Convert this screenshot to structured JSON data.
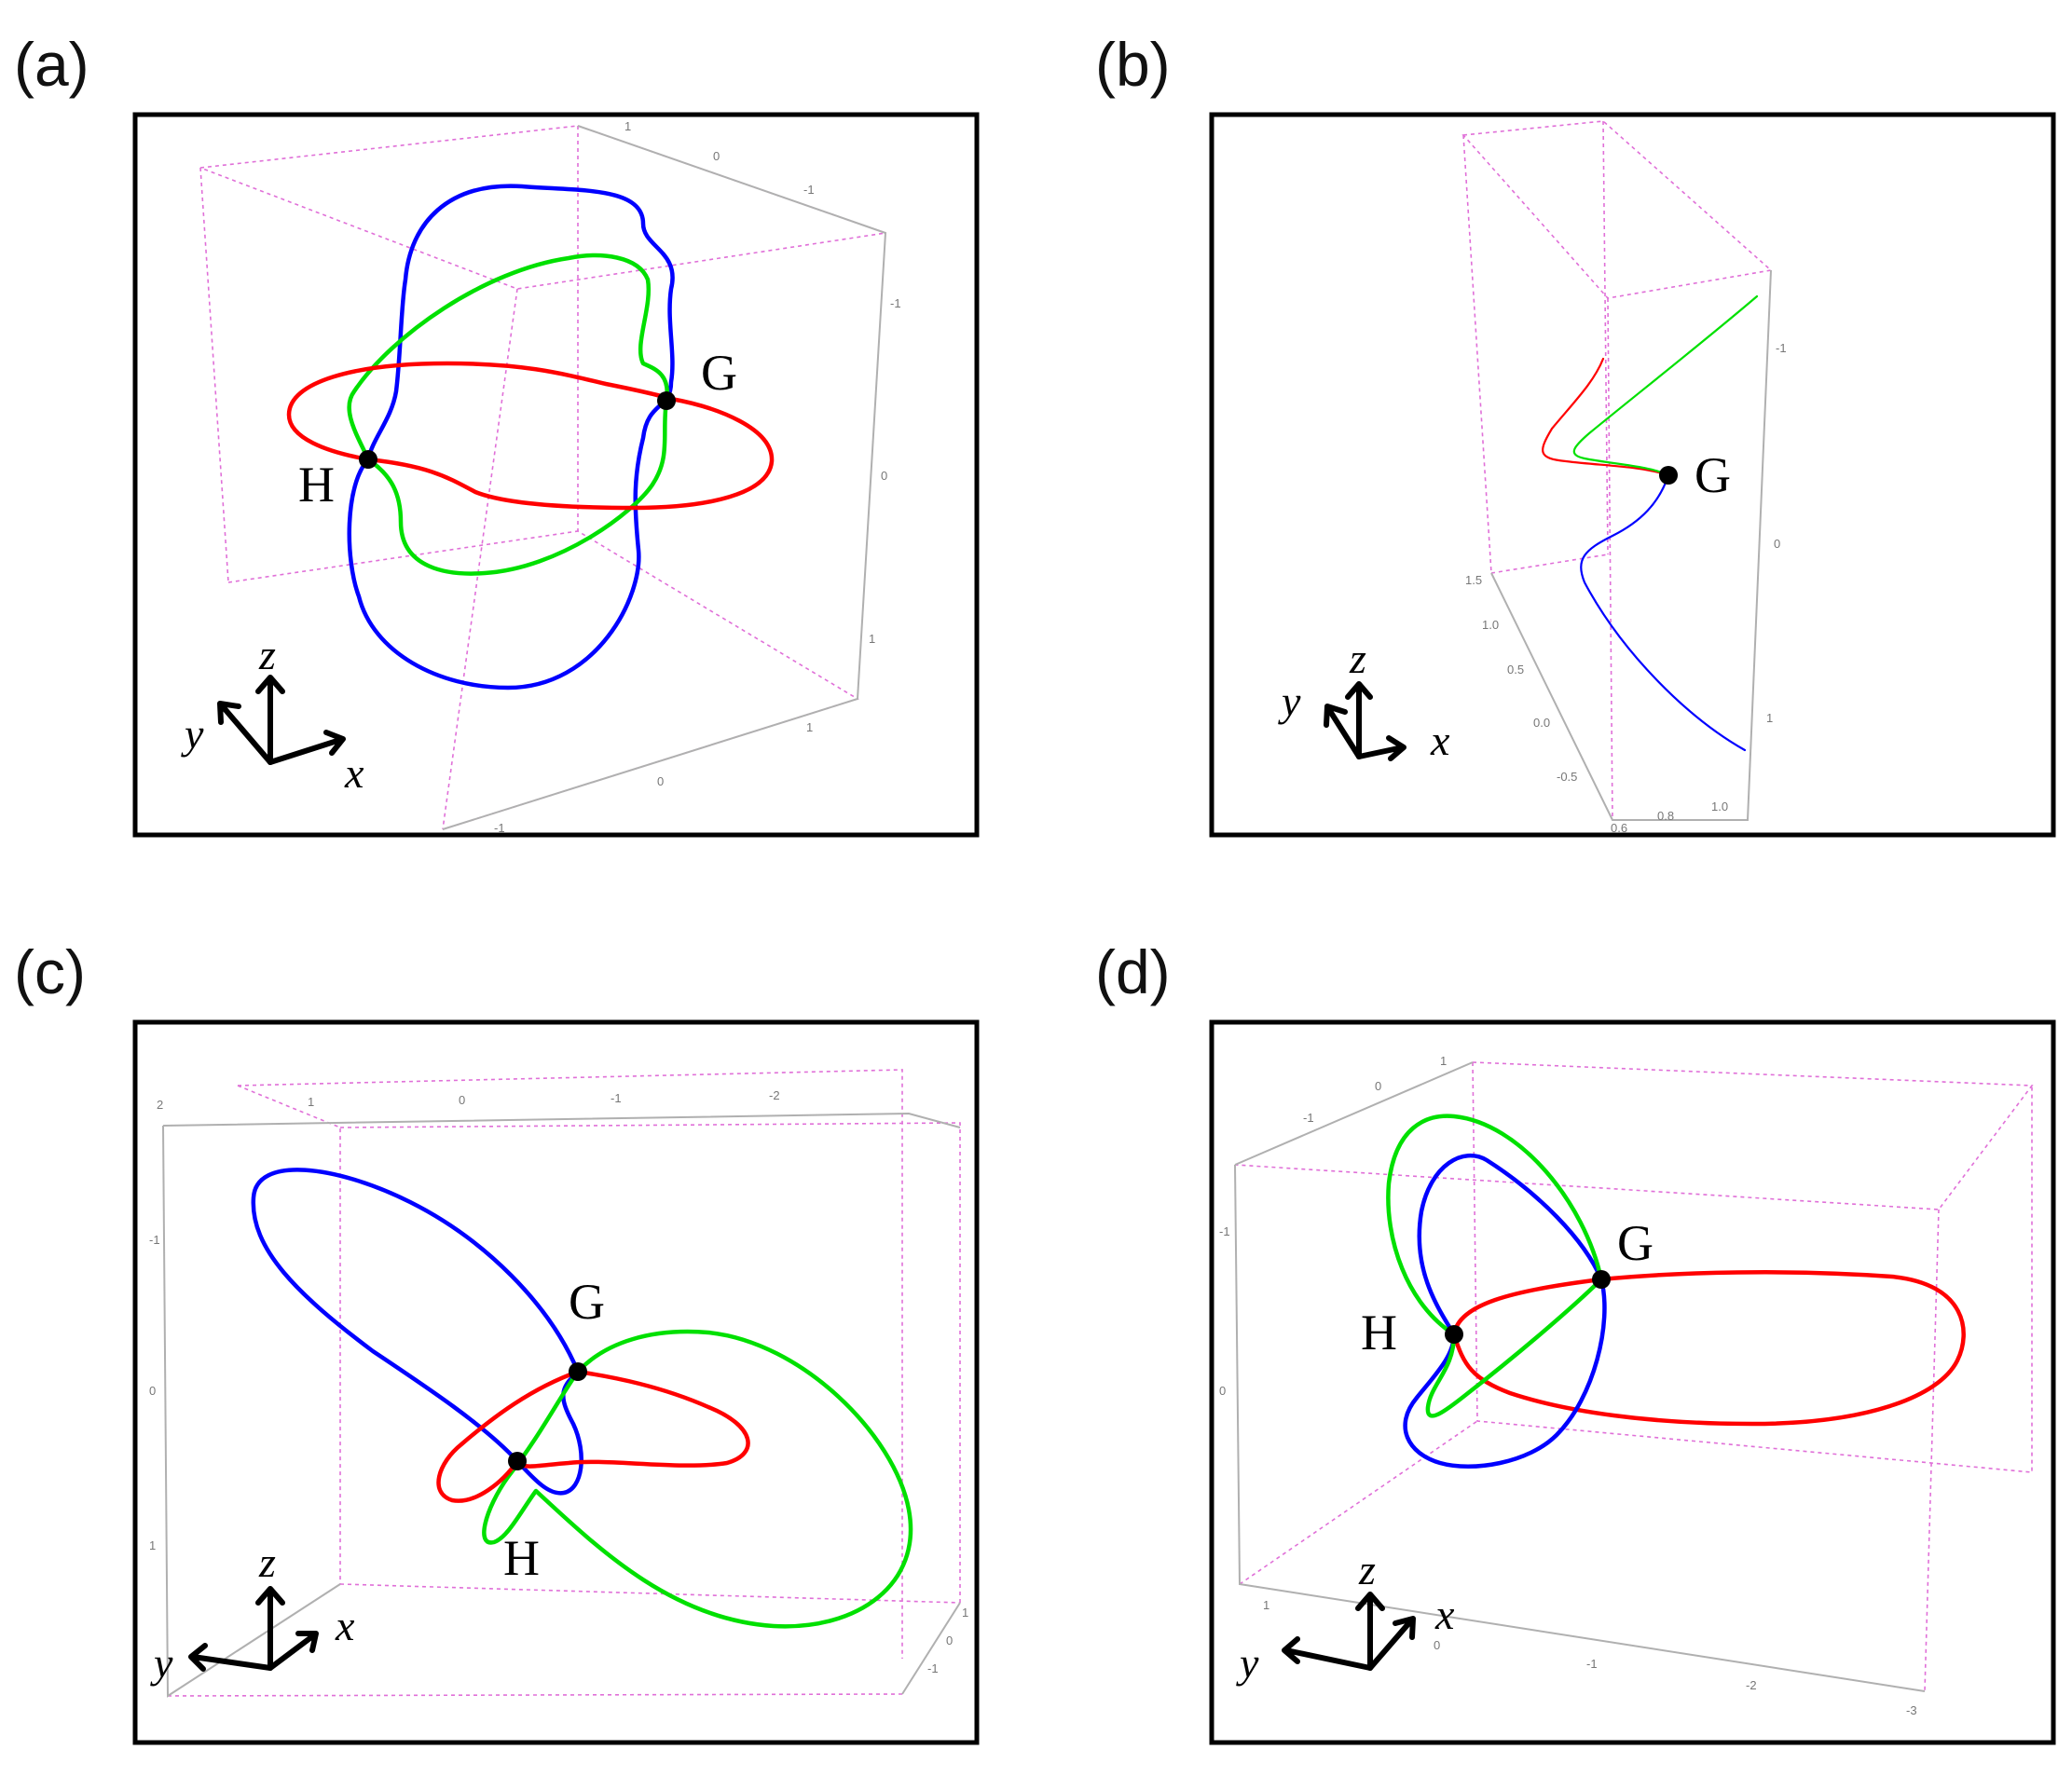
{
  "colors": {
    "curve_1": "#ff0000",
    "curve_2": "#00e000",
    "curve_3": "#0000ff",
    "box_dashed": "#e070d8",
    "box_axis": "#b0b0b0",
    "frame": "#000000"
  },
  "panels": [
    {
      "label": "(a)",
      "points": [
        {
          "name": "G"
        },
        {
          "name": "H"
        }
      ],
      "axes": {
        "x": "x",
        "y": "y",
        "z": "z"
      },
      "ticks": [
        "1",
        "0",
        "-1",
        "-1",
        "0",
        "1",
        "1",
        "0",
        "-1"
      ]
    },
    {
      "label": "(b)",
      "points": [
        {
          "name": "G"
        }
      ],
      "axes": {
        "x": "x",
        "y": "y",
        "z": "z"
      },
      "ticks": [
        "-1",
        "0",
        "1",
        "1.5",
        "1.0",
        "0.5",
        "0.0",
        "-0.5",
        "0.6",
        "0.8",
        "1.0"
      ]
    },
    {
      "label": "(c)",
      "points": [
        {
          "name": "G"
        },
        {
          "name": "H"
        }
      ],
      "axes": {
        "x": "x",
        "y": "y",
        "z": "z"
      },
      "ticks": [
        "2",
        "1",
        "0",
        "-1",
        "-2",
        "-1",
        "0",
        "1",
        "1",
        "0",
        "-1"
      ]
    },
    {
      "label": "(d)",
      "points": [
        {
          "name": "G"
        },
        {
          "name": "H"
        }
      ],
      "axes": {
        "x": "x",
        "y": "y",
        "z": "z"
      },
      "ticks": [
        "-1",
        "0",
        "1",
        "-1",
        "0",
        "1",
        "0",
        "-1",
        "-2",
        "-3"
      ]
    }
  ]
}
